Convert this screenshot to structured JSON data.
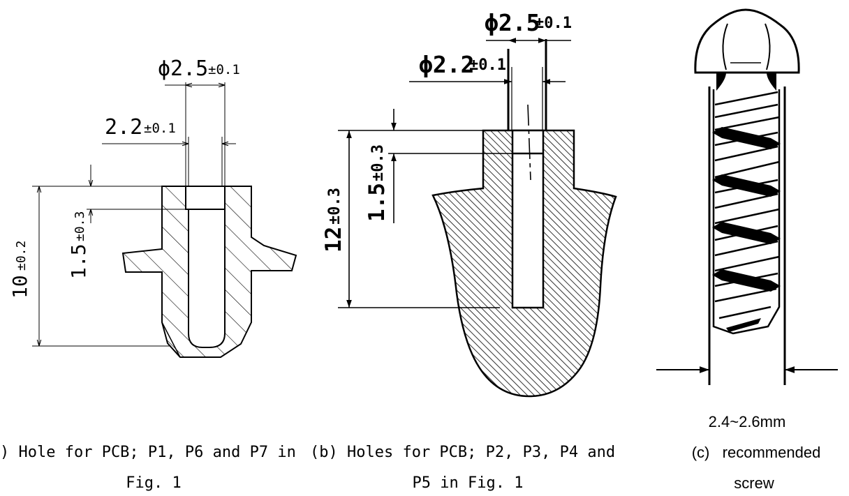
{
  "figure_a": {
    "dim_outer_diameter": "ϕ2.5",
    "dim_outer_tolerance": "±0.1",
    "dim_inner_diameter": "2.2",
    "dim_inner_tolerance": "±0.1",
    "dim_depth": "1.5",
    "dim_depth_tolerance": "±0.3",
    "dim_height": "10",
    "dim_height_tolerance": "±0.2",
    "caption_line1": ") Hole for PCB; P1, P6 and P7 in",
    "caption_line2": "Fig. 1"
  },
  "figure_b": {
    "dim_outer_diameter": "ϕ2.5",
    "dim_outer_tolerance": "±0.1",
    "dim_inner_diameter": "ϕ2.2",
    "dim_inner_tolerance": "±0.1",
    "dim_depth": "1.5",
    "dim_depth_tolerance": "±0.3",
    "dim_height": "12",
    "dim_height_tolerance": "±0.3",
    "caption_line1": "(b) Holes for PCB; P2, P3, P4 and",
    "caption_line2": "P5 in Fig. 1"
  },
  "figure_c": {
    "dim_label": "2.4~2.6mm",
    "caption_line1": "(c)   recommended",
    "caption_line2": "screw"
  }
}
